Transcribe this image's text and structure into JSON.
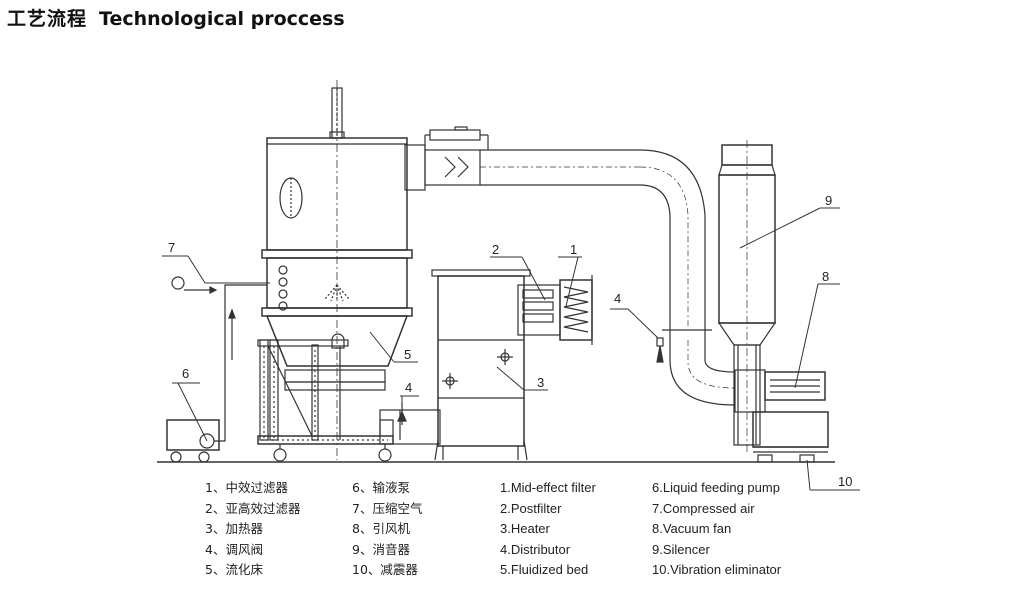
{
  "title": {
    "zh": "工艺流程",
    "en": "Technological proccess"
  },
  "callouts": [
    "1",
    "2",
    "3",
    "4",
    "4",
    "5",
    "6",
    "7",
    "8",
    "9",
    "10"
  ],
  "legend": {
    "zh_col1": [
      "1、中效过滤器",
      "2、亚高效过滤器",
      "3、加热器",
      "4、调风阀",
      "5、流化床"
    ],
    "zh_col2": [
      "6、输液泵",
      "7、压缩空气",
      "8、引风机",
      "9、消音器",
      "10、减震器"
    ],
    "en_col1": [
      "1.Mid-effect filter",
      "2.Postfilter",
      "3.Heater",
      "4.Distributor",
      "5.Fluidized bed"
    ],
    "en_col2": [
      "6.Liquid feeding pump",
      "7.Compressed air",
      "8.Vacuum fan",
      "9.Silencer",
      "10.Vibration eliminator"
    ]
  }
}
